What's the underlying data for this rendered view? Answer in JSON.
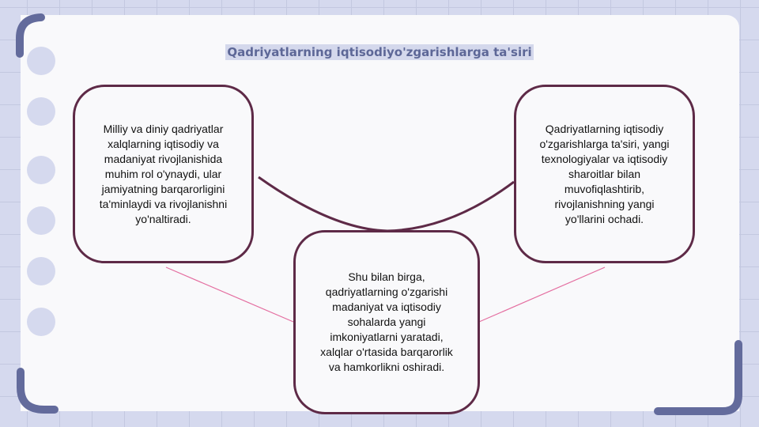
{
  "title": "Qadriyatlarning iqtisodiyo'zgarishlarga ta'siri",
  "boxes": {
    "left": "Milliy va diniy qadriyatlar xalqlarning iqtisodiy va madaniyat rivojlanishida muhim rol o'ynaydi, ular jamiyatning barqarorligini ta'minlaydi va rivojlanishni yo'naltiradi.",
    "right": "Qadriyatlarning iqtisodiy o'zgarishlarga ta'siri, yangi texnologiyalar va iqtisodiy sharoitlar bilan muvofiqlashtirib, rivojlanishning yangi yo'llarini ochadi.",
    "center": "Shu bilan birga, qadriyatlarning o'zgarishi madaniyat va iqtisodiy sohalarda yangi imkoniyatlarni yaratadi, xalqlar o'rtasida barqarorlik va hamkorlikni oshiradi."
  },
  "colors": {
    "accent": "#636b9c",
    "border": "#5e2a47",
    "connector": "#e46ea0"
  }
}
